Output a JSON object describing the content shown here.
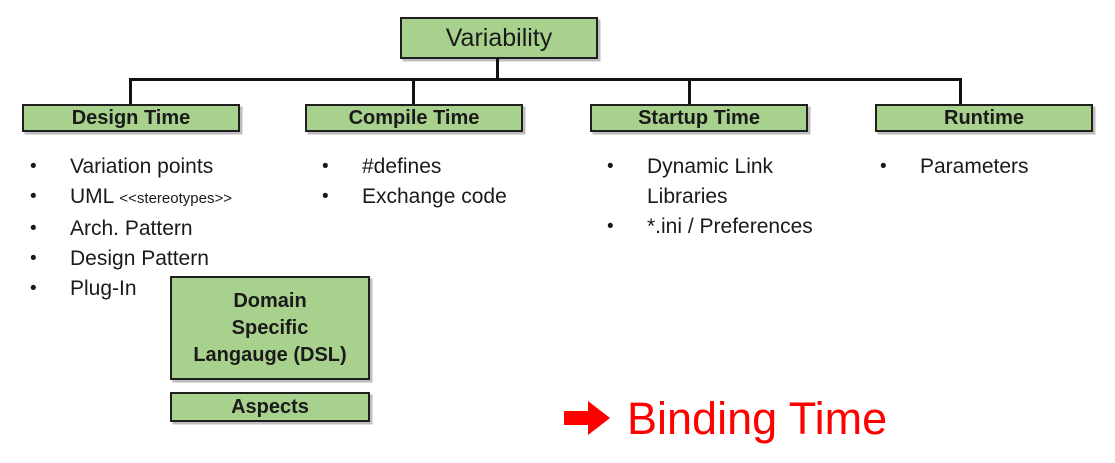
{
  "bullet_char": "•",
  "title_box": {
    "label": "Variability"
  },
  "columns": [
    {
      "header": "Design Time",
      "items": [
        {
          "text": "Variation points"
        },
        {
          "text": "UML",
          "small": "<<stereotypes>>"
        },
        {
          "text": "Arch. Pattern"
        },
        {
          "text": "Design Pattern"
        },
        {
          "text": "Plug-In"
        }
      ]
    },
    {
      "header": "Compile Time",
      "items": [
        {
          "text": "#defines"
        },
        {
          "text": "Exchange code"
        }
      ]
    },
    {
      "header": "Startup Time",
      "items": [
        {
          "text": "Dynamic Link Libraries"
        },
        {
          "text": "*.ini / Preferences"
        }
      ]
    },
    {
      "header": "Runtime",
      "items": [
        {
          "text": "Parameters"
        }
      ]
    }
  ],
  "floating_boxes": {
    "dsl": {
      "lines": [
        "Domain",
        "Specific",
        "Langauge (DSL)"
      ]
    },
    "aspects": {
      "label": "Aspects"
    }
  },
  "annotation": {
    "label": "Binding Time",
    "color": "#ff0000"
  },
  "colors": {
    "box_fill": "#a9d18e",
    "box_border": "#1f1f1f",
    "connector": "#111111",
    "annotation_red": "#ff0000"
  }
}
